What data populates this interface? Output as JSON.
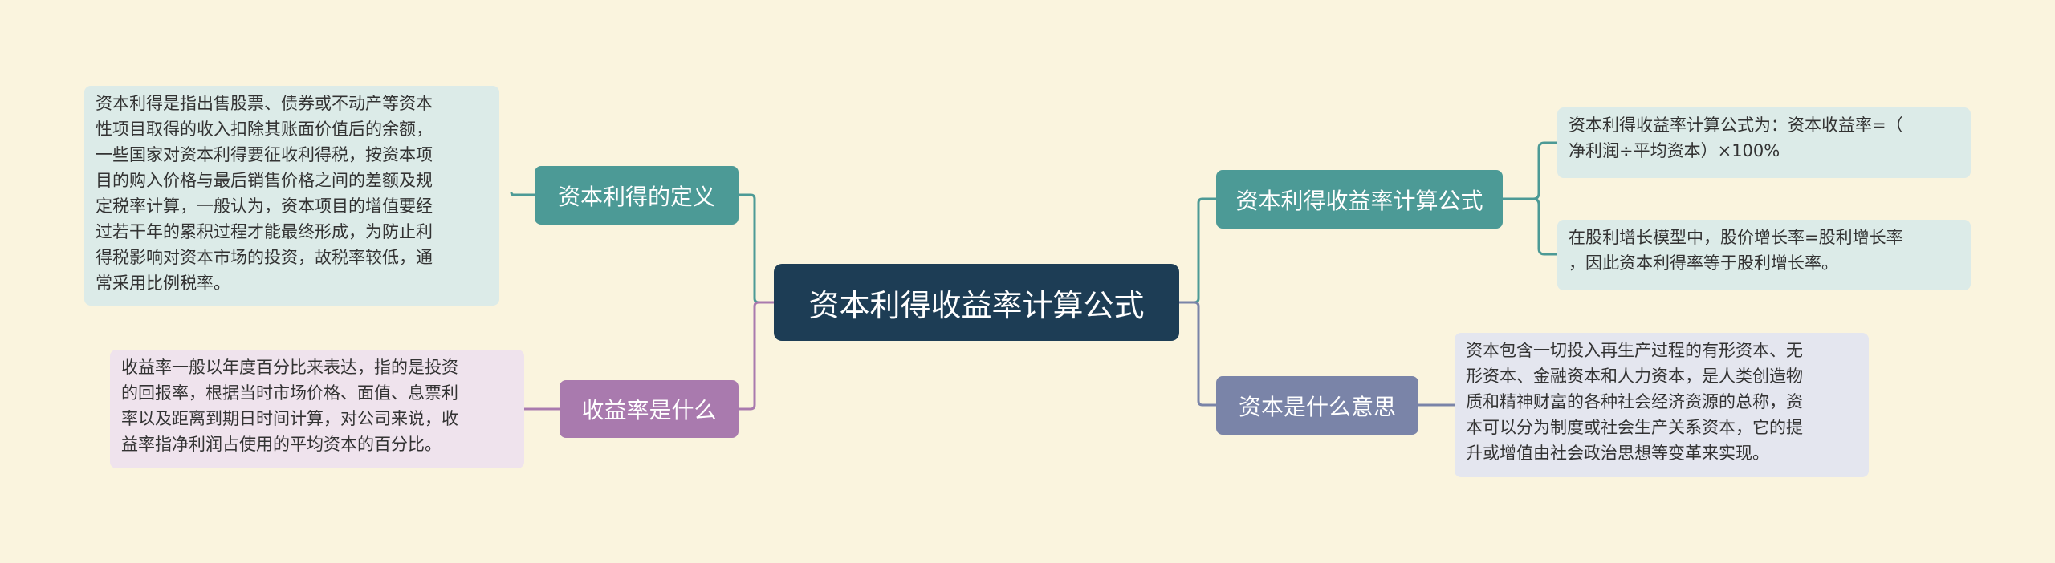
{
  "root": {
    "label": "资本利得收益率计算公式"
  },
  "left": [
    {
      "label": "资本利得的定义",
      "note_lines": [
        "资本利得是指出售股票、债券或不动产等资本",
        "性项目取得的收入扣除其账面价值后的余额，",
        "一些国家对资本利得要征收利得税，按资本项",
        "目的购入价格与最后销售价格之间的差额及规",
        "定税率计算，一般认为，资本项目的增值要经",
        "过若干年的累积过程才能最终形成，为防止利",
        "得税影响对资本市场的投资，故税率较低，通",
        "常采用比例税率。"
      ]
    },
    {
      "label": "收益率是什么",
      "note_lines": [
        "收益率一般以年度百分比来表达，指的是投资",
        "的回报率，根据当时市场价格、面值、息票利",
        "率以及距离到期日时间计算，对公司来说，收",
        "益率指净利润占使用的平均资本的百分比。"
      ]
    }
  ],
  "right": [
    {
      "label": "资本利得收益率计算公式",
      "notes": [
        {
          "lines": [
            "资本利得收益率计算公式为：资本收益率=（",
            "净利润÷平均资本）×100%"
          ]
        },
        {
          "lines": [
            "在股利增长模型中，股价增长率=股利增长率",
            "，因此资本利得率等于股利增长率。"
          ]
        }
      ]
    },
    {
      "label": "资本是什么意思",
      "note_lines": [
        "资本包含一切投入再生产过程的有形资本、无",
        "形资本、金融资本和人力资本，是人类创造物",
        "质和精神财富的各种社会经济资源的总称，资",
        "本可以分为制度或社会生产关系资本，它的提",
        "升或增值由社会政治思想等变革来实现。"
      ]
    }
  ],
  "colors": {
    "background": "#faf4de",
    "root": "#1d3d55",
    "teal": "#4c9a96",
    "purple": "#a97aae",
    "slate": "#7a84a8"
  }
}
